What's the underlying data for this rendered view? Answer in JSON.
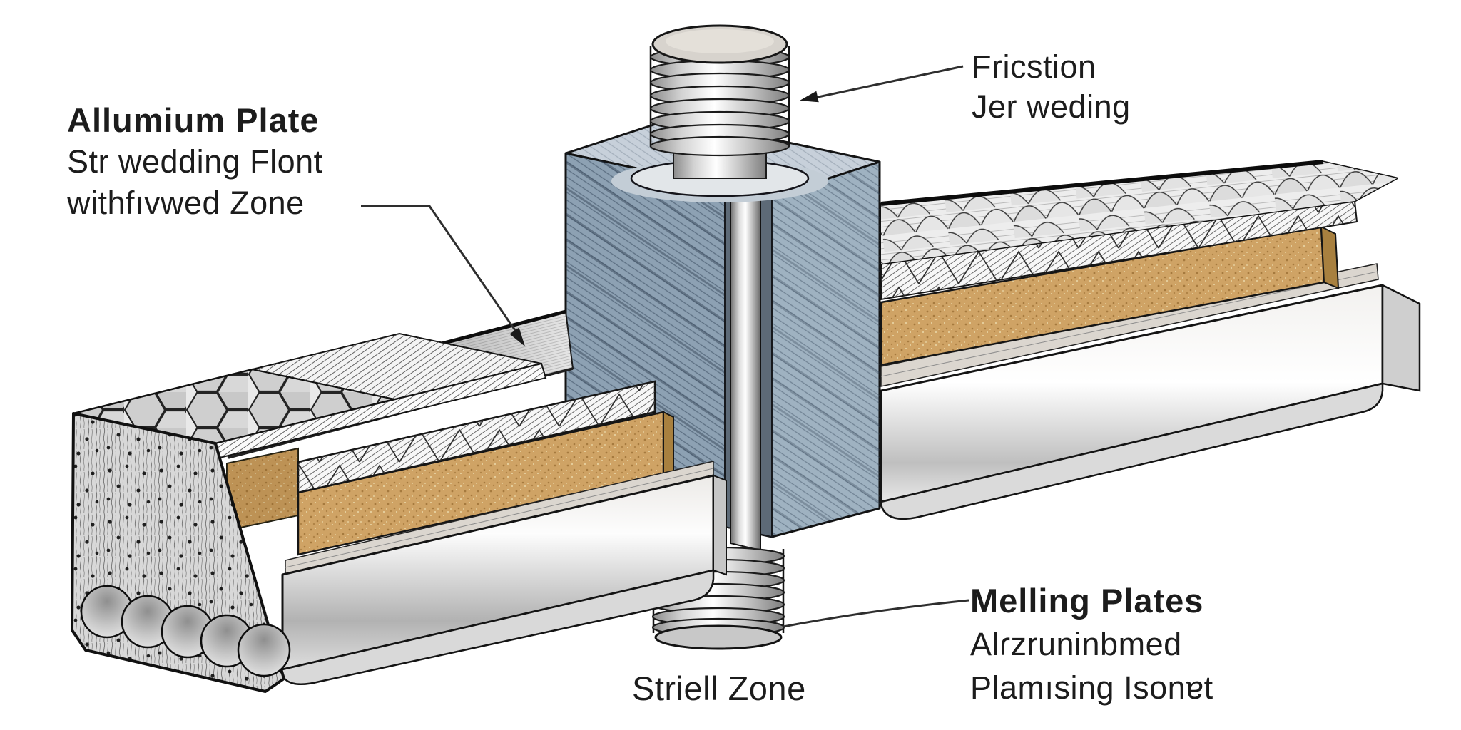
{
  "figure": {
    "type": "technical-cutaway-illustration",
    "subject": "Friction stir welding tool joining two aluminium sandwich plates"
  },
  "labels": {
    "aluminum_plate": {
      "line1": "Allumium Plate",
      "line2": "Str wedding Flont",
      "line3": "withfıvwed Zone"
    },
    "friction": {
      "line1": "Fricstion",
      "line2": "Jer weding"
    },
    "melting": {
      "line1": "Melling Plates",
      "line2": "Alɾzruninbmed",
      "line3": "Plamısing Isonɐt"
    },
    "stir_zone": "Striell Zone"
  },
  "colors": {
    "background": "#ffffff",
    "text": "#1c1c1c",
    "outline": "#141414",
    "leader_line": "#2e2e2e",
    "block_steel_blue_front": "#8da1b3",
    "block_steel_blue_side": "#9fb2c1",
    "block_top": "#c7d0da",
    "core_tan": "#cfa365",
    "metal_bright": "#ffffff",
    "metal_mid": "#c9c9c9",
    "cap_top": "#d7d3cd"
  }
}
